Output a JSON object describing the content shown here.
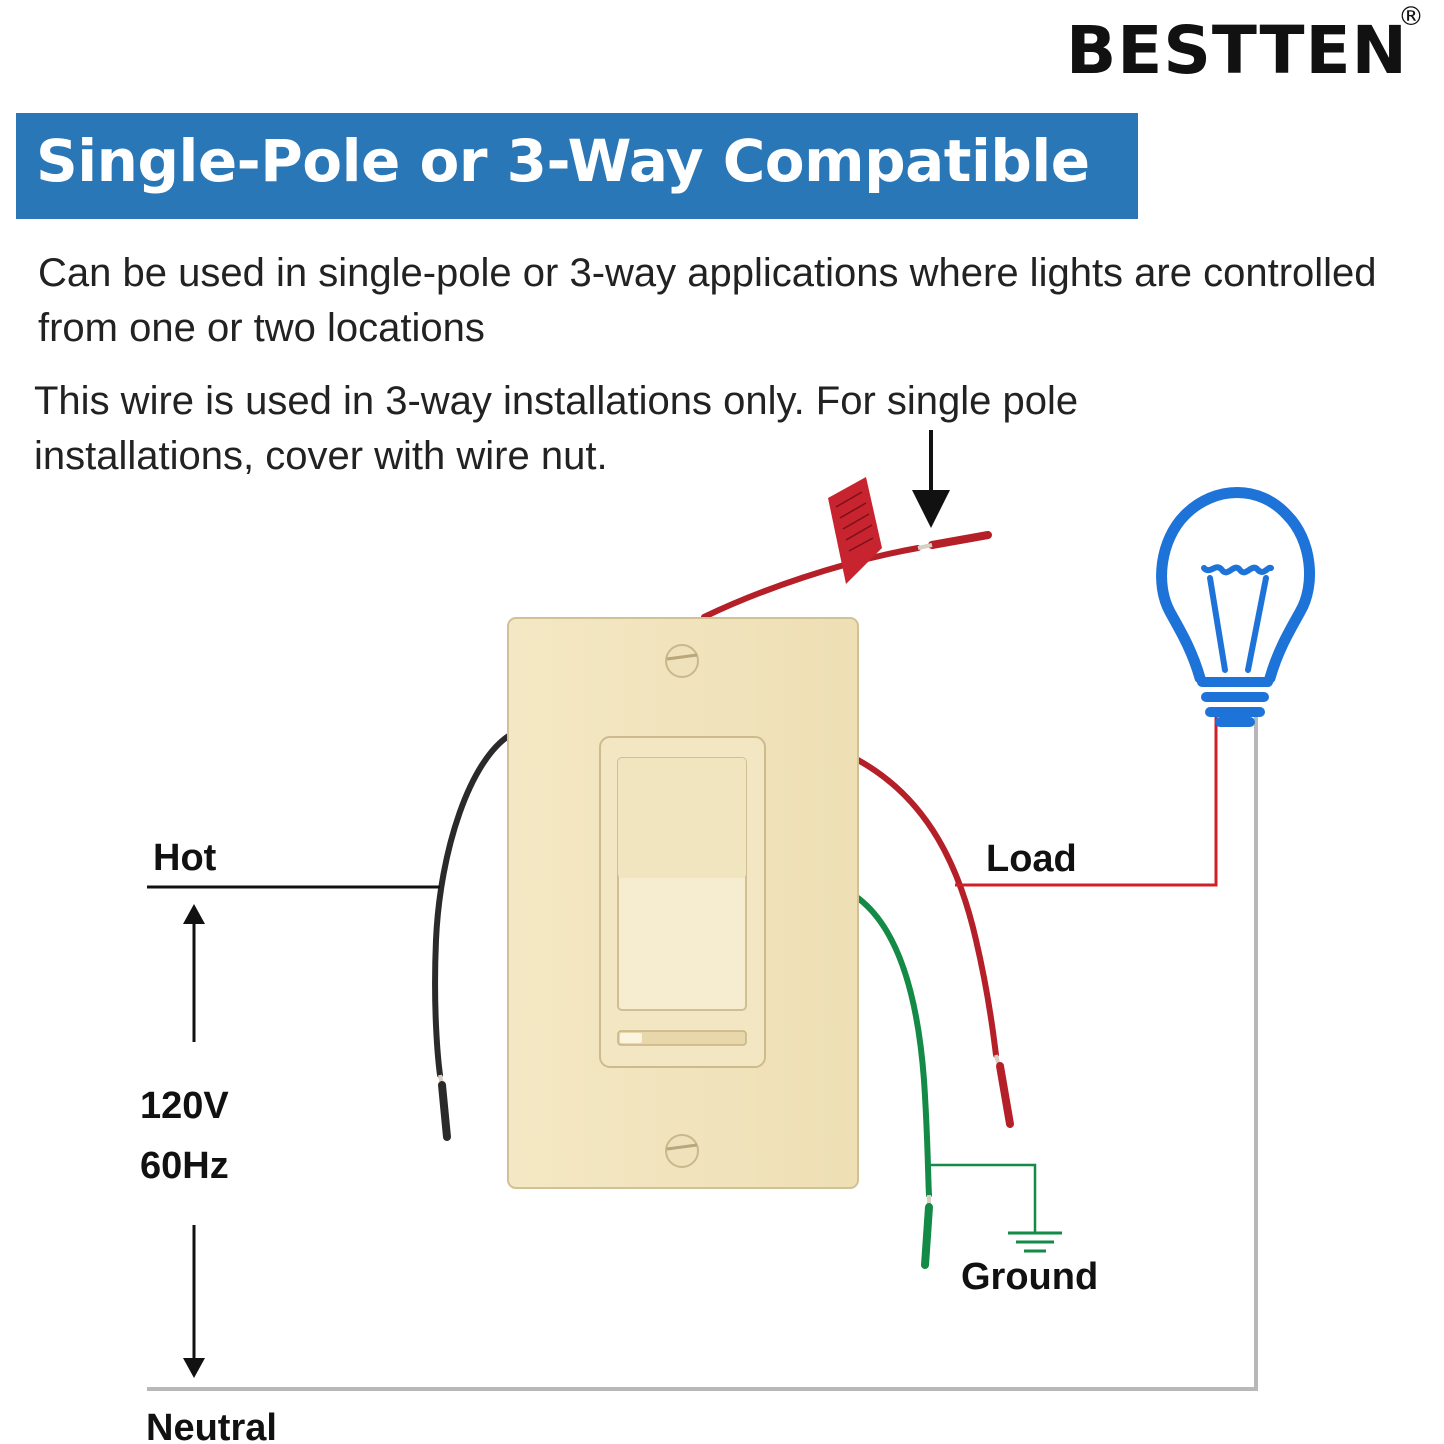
{
  "brand": {
    "name": "BESTTEN",
    "registered": "®"
  },
  "banner": {
    "title": "Single-Pole or 3-Way Compatible",
    "color": "#2a77b8"
  },
  "description": "Can be used in single-pole or 3-way applications where lights are controlled from one or two locations",
  "note": {
    "line1": "This wire is used in 3-way installations only. For single pole",
    "line2": "installations, cover with wire nut."
  },
  "labels": {
    "hot": "Hot",
    "load": "Load",
    "ground": "Ground",
    "neutral": "Neutral",
    "voltage": "120V",
    "frequency": "60Hz"
  },
  "colors": {
    "wire_red": "#b51f28",
    "wire_black": "#2a2a2a",
    "wire_green": "#138a45",
    "neutral_line": "#b8b8b8",
    "bulb": "#1e73d8",
    "plate": "#f2e5be"
  },
  "icons": {
    "bulb": "light-bulb-icon",
    "ground": "ground-symbol-icon",
    "arrow": "arrow-down-icon"
  }
}
